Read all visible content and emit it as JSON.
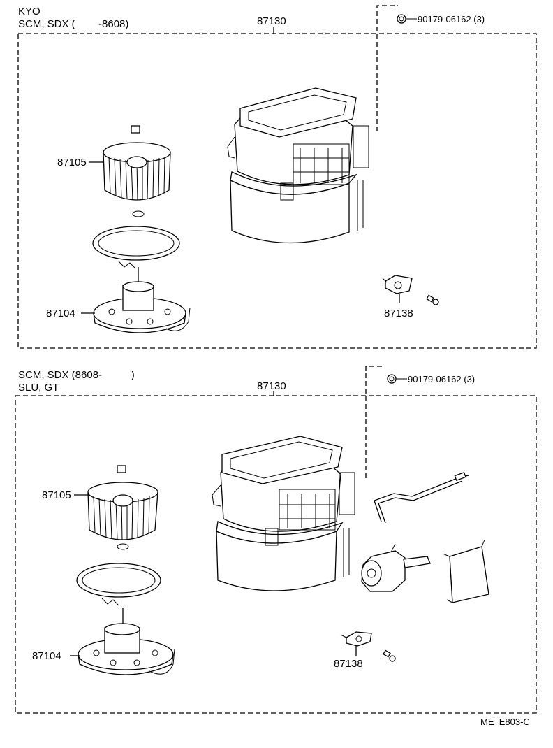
{
  "top_section": {
    "model_line1": "KYO",
    "model_line2": "SCM, SDX (        -8608)",
    "assembly_number": "87130",
    "screw_part": "90179-06162 (3)",
    "fan_part": "87105",
    "motor_part": "87104",
    "resistor_part": "87138"
  },
  "bottom_section": {
    "model_line1": "SCM, SDX (8608-          )",
    "model_line2": "SLU, GT",
    "assembly_number": "87130",
    "screw_part": "90179-06162 (3)",
    "fan_part": "87105",
    "motor_part": "87104",
    "resistor_part": "87138"
  },
  "figure_code": "ME  E803-C"
}
